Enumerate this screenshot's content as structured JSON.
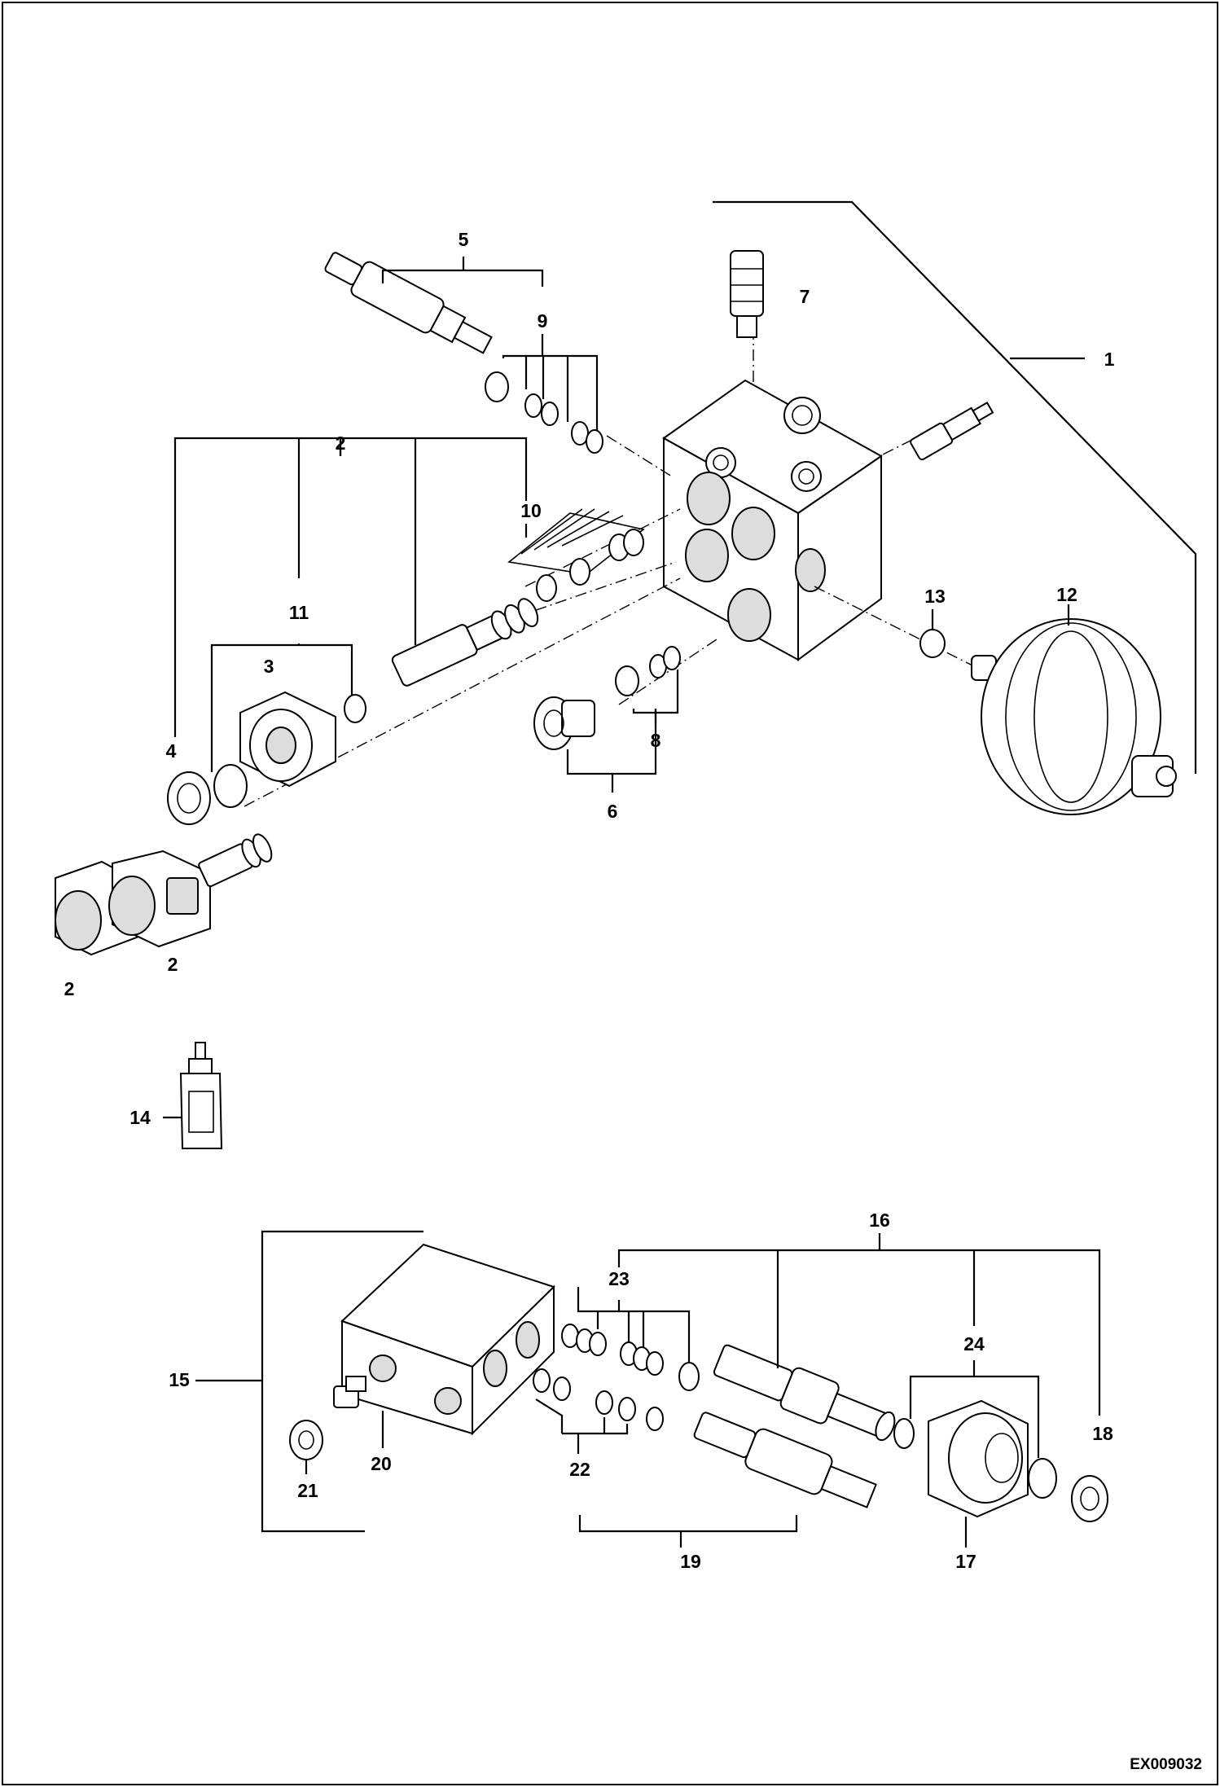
{
  "diagram": {
    "document_code": "EX009032",
    "callouts": {
      "c1": "1",
      "c2a": "2",
      "c2b": "2",
      "c2c": "2",
      "c3": "3",
      "c4": "4",
      "c5": "5",
      "c6": "6",
      "c7": "7",
      "c8": "8",
      "c9": "9",
      "c10": "10",
      "c11": "11",
      "c12": "12",
      "c13": "13",
      "c14": "14",
      "c15": "15",
      "c16": "16",
      "c17": "17",
      "c18": "18",
      "c19": "19",
      "c20": "20",
      "c21": "21",
      "c22": "22",
      "c23": "23",
      "c24": "24"
    }
  }
}
